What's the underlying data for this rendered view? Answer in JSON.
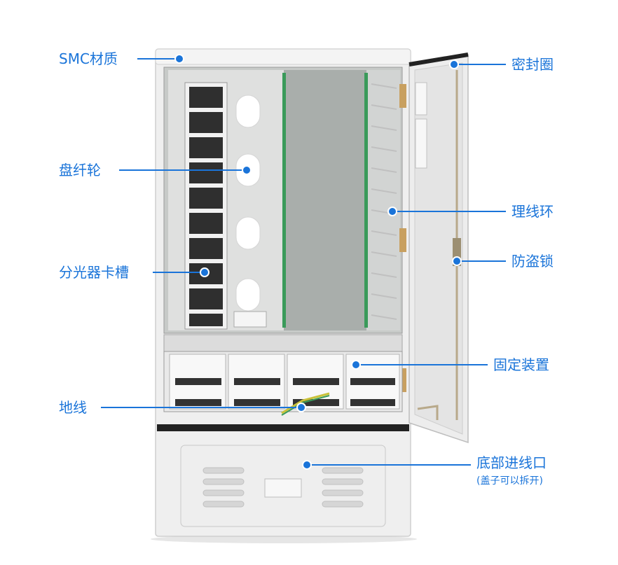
{
  "labels": {
    "smc": "SMC材质",
    "spool": "盘纤轮",
    "splitter": "分光器卡槽",
    "ground": "地线",
    "seal": "密封圈",
    "ring": "理线环",
    "lock": "防盗锁",
    "fixing": "固定装置",
    "bottom": "底部进线口",
    "bottom_note": "(盖子可以拆开)"
  },
  "colors": {
    "accent": "#1a74d9",
    "cabinet": "#eeeeee",
    "interior": "#b9bdbb",
    "rail": "#3a9a5a"
  }
}
